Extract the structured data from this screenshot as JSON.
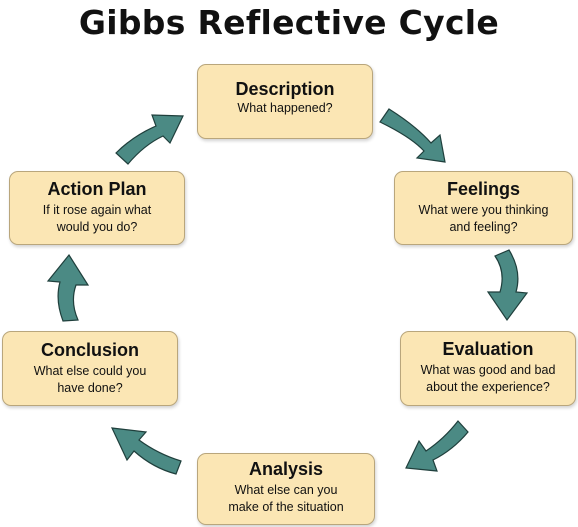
{
  "title": "Gibbs Reflective Cycle",
  "stages": {
    "description": {
      "heading": "Description",
      "prompt": "What happened?"
    },
    "feelings": {
      "heading": "Feelings",
      "prompt": "What were you thinking\nand feeling?"
    },
    "evaluation": {
      "heading": "Evaluation",
      "prompt": "What was good and bad\nabout the experience?"
    },
    "analysis": {
      "heading": "Analysis",
      "prompt": "What else can you\nmake of the situation"
    },
    "conclusion": {
      "heading": "Conclusion",
      "prompt": "What else could you\nhave done?"
    },
    "action_plan": {
      "heading": "Action Plan",
      "prompt": "If it rose again what\nwould you do?"
    }
  },
  "colors": {
    "box_fill": "#fbe6b4",
    "box_border": "#b9a67c",
    "arrow_fill": "#4b8a84",
    "arrow_outline": "#1f3f3c",
    "text": "#111111"
  },
  "arrows": [
    {
      "from": "description",
      "to": "feelings",
      "icon": "curved-arrow-icon"
    },
    {
      "from": "feelings",
      "to": "evaluation",
      "icon": "curved-arrow-icon"
    },
    {
      "from": "evaluation",
      "to": "analysis",
      "icon": "curved-arrow-icon"
    },
    {
      "from": "analysis",
      "to": "conclusion",
      "icon": "curved-arrow-icon"
    },
    {
      "from": "conclusion",
      "to": "action_plan",
      "icon": "curved-arrow-icon"
    },
    {
      "from": "action_plan",
      "to": "description",
      "icon": "curved-arrow-icon"
    }
  ]
}
